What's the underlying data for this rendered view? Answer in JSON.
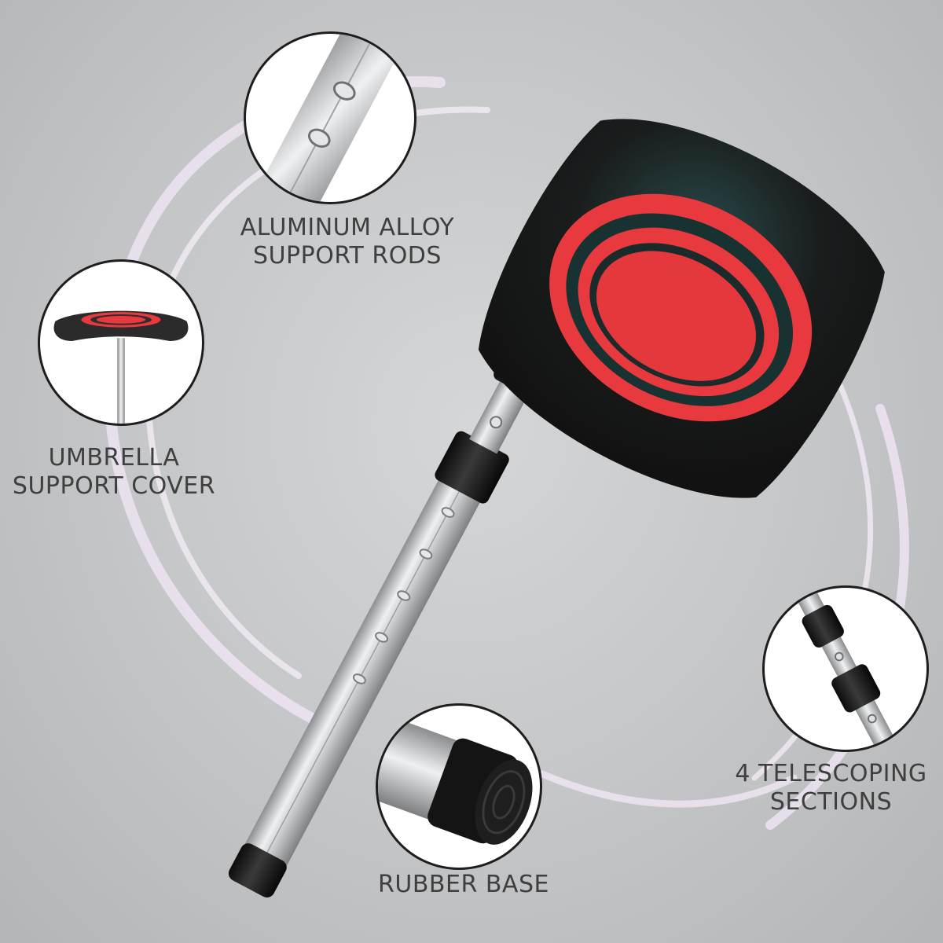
{
  "labels": {
    "aluminum": [
      "ALUMINUM ALLOY",
      "SUPPORT RODS"
    ],
    "umbrella": [
      "UMBRELLA",
      "SUPPORT COVER"
    ],
    "telescoping": [
      "4 TELESCOPING",
      "SECTIONS"
    ],
    "rubber": "RUBBER BASE"
  },
  "colors": {
    "pad_black": "#151515",
    "pad_red": "#e8393f",
    "rod_silver": "#cfd1d3",
    "accent_ring": "#efe1f2"
  },
  "icons": {
    "product": "umbrella-support-stand-icon",
    "detail_rod": "rod-detail-icon",
    "detail_cover": "support-cover-icon",
    "detail_sections": "telescoping-sections-icon",
    "detail_base": "rubber-base-icon"
  }
}
